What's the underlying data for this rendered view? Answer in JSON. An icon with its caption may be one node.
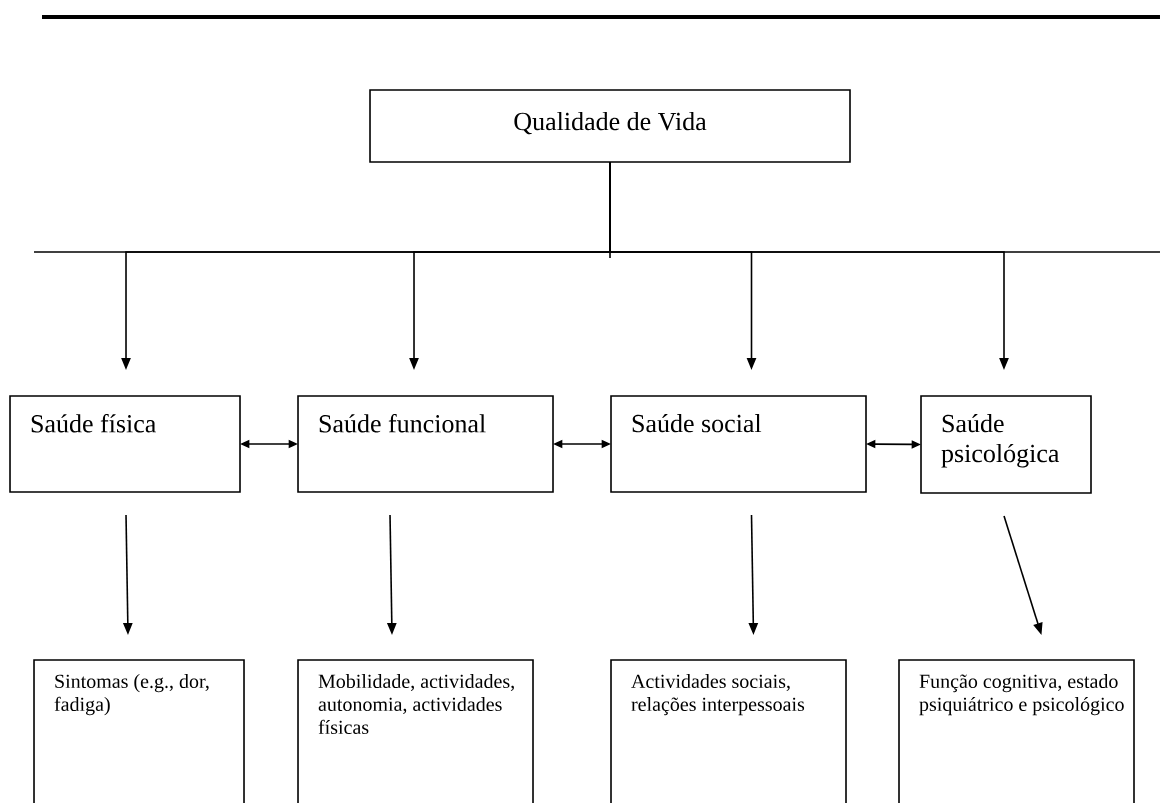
{
  "diagram": {
    "nodes": [
      {
        "text": [
          "Qualidade de Vida"
        ]
      },
      {
        "text": [
          "Saúde física"
        ]
      },
      {
        "text": [
          "Saúde funcional"
        ]
      },
      {
        "text": [
          "Saúde social"
        ]
      },
      {
        "text": [
          "Saúde psicológica"
        ]
      },
      {
        "text": [
          "Sintomas (e.g., dor, fadiga)"
        ]
      },
      {
        "text": [
          "Mobilidade, actividades, autonomia, actividades físicas"
        ]
      },
      {
        "text": [
          "Actividades sociais, relações interpessoais"
        ]
      },
      {
        "text": [
          "Função cognitiva, estado psiquiátrico e psicológico"
        ]
      }
    ],
    "edges": [
      {
        "from": 0,
        "to": 1,
        "arrow": "to"
      },
      {
        "from": 0,
        "to": 2,
        "arrow": "to"
      },
      {
        "from": 0,
        "to": 3,
        "arrow": "to"
      },
      {
        "from": 0,
        "to": 4,
        "arrow": "to"
      },
      {
        "from": 1,
        "to": 2,
        "arrow": "both"
      },
      {
        "from": 2,
        "to": 3,
        "arrow": "both"
      },
      {
        "from": 3,
        "to": 4,
        "arrow": "both"
      },
      {
        "from": 1,
        "to": 5,
        "arrow": "to"
      },
      {
        "from": 2,
        "to": 6,
        "arrow": "to"
      },
      {
        "from": 3,
        "to": 7,
        "arrow": "to"
      },
      {
        "from": 4,
        "to": 8,
        "arrow": "to"
      }
    ]
  }
}
